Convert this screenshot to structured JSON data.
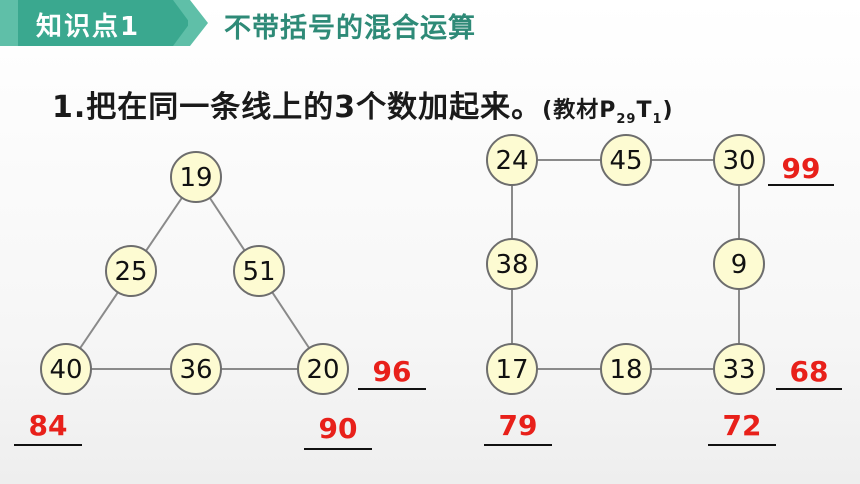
{
  "header": {
    "tag": "知识点1",
    "title": "不带括号的混合运算"
  },
  "question": {
    "text": "1.把在同一条线上的3个数加起来。",
    "source_open": "(教材P",
    "source_sub1": "29",
    "source_mid": "T",
    "source_sub2": "1",
    "source_close": ")"
  },
  "triangle": {
    "top": "19",
    "left_mid": "25",
    "right_mid": "51",
    "bottom_left": "40",
    "bottom_mid": "36",
    "bottom_right": "20",
    "answer_bottom": "96",
    "answer_left": "84",
    "answer_right": "90"
  },
  "square": {
    "top_left": "24",
    "top_mid": "45",
    "top_right": "30",
    "left_mid": "38",
    "right_mid": "9",
    "bottom_left": "17",
    "bottom_mid": "18",
    "bottom_right": "33",
    "answer_top": "99",
    "answer_bottom": "68",
    "answer_left": "79",
    "answer_right": "72"
  },
  "colors": {
    "accent": "#3aa88f",
    "node_fill": "#fdfbd2",
    "answer": "#e8201a"
  }
}
